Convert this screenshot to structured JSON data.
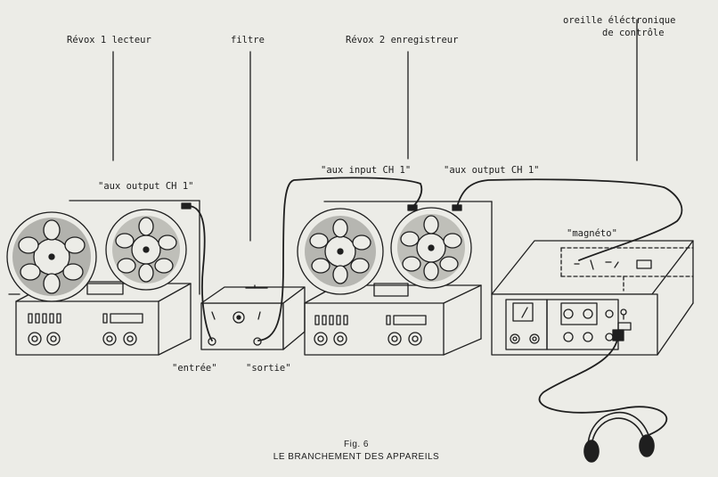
{
  "labels": {
    "revox1": "Révox 1 lecteur",
    "filtre": "filtre",
    "revox2": "Révox 2 enregistreur",
    "oreille_line1": "oreille éléctronique",
    "oreille_line2": "de contrôle",
    "aux_out_1": "\"aux output CH 1\"",
    "aux_in_2": "\"aux input CH 1\"",
    "aux_out_2": "\"aux output CH 1\"",
    "magneto": "\"magnéto\"",
    "entree": "\"entrée\"",
    "sortie": "\"sortie\""
  },
  "caption": {
    "fig": "Fig. 6",
    "title": "LE BRANCHEMENT DES APPAREILS"
  }
}
